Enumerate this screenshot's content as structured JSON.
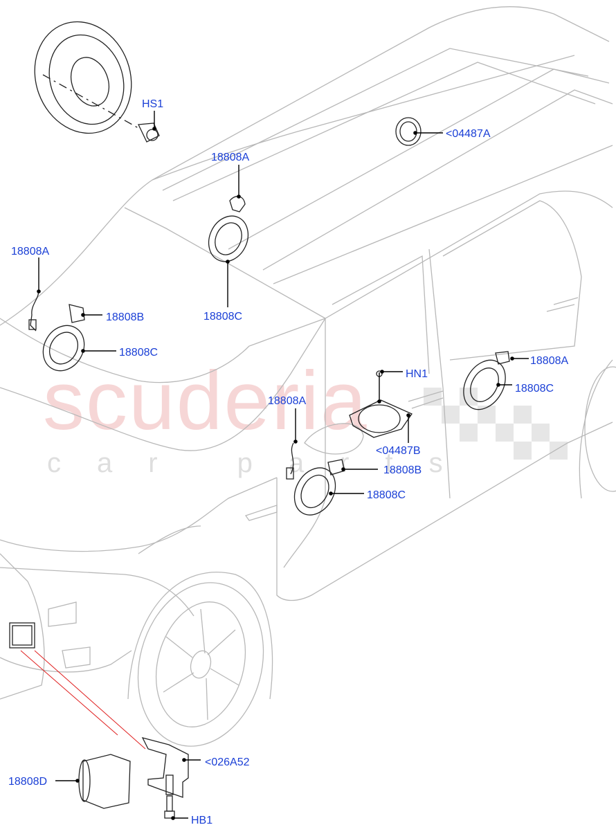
{
  "watermark": {
    "brand": "scuderia",
    "sub": "car parts"
  },
  "callouts": {
    "hs1": "HS1",
    "a04487": "<04487A",
    "top_18808a": "18808A",
    "top_18808c": "18808C",
    "left_18808a": "18808A",
    "left_18808b": "18808B",
    "left_18808c": "18808C",
    "hn1": "HN1",
    "b04487": "<04487B",
    "mid_18808a": "18808A",
    "mid_18808b": "18808B",
    "mid_18808c": "18808C",
    "right_18808a": "18808A",
    "right_18808c": "18808C",
    "d18808": "18808D",
    "a026a52": "<026A52",
    "hb1": "HB1"
  },
  "colors": {
    "callout": "#1a3fd6",
    "leader": "#000000",
    "highlight": "#e02020"
  }
}
